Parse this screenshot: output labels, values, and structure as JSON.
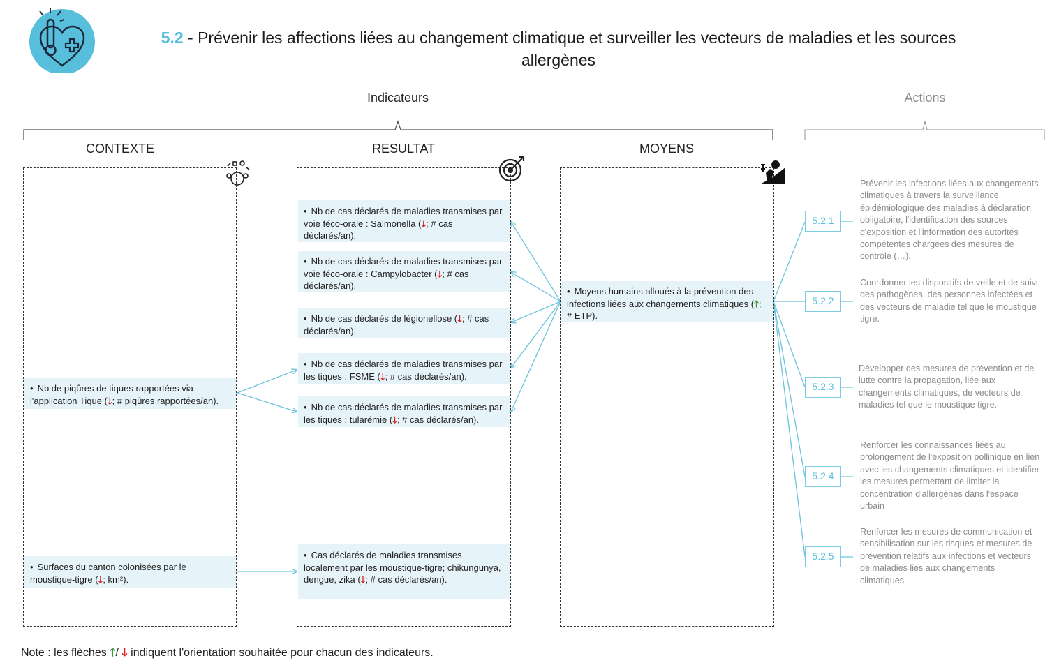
{
  "title": {
    "number": "5.2",
    "text": " - Prévenir les affections liées au changement climatique et surveiller les vecteurs de maladies et les sources allergènes"
  },
  "headers": {
    "indicateurs": "Indicateurs",
    "actions": "Actions"
  },
  "columns": {
    "contexte": "CONTEXTE",
    "resultat": "RESULTAT",
    "moyens": "MOYENS"
  },
  "arrow_glyphs": {
    "down": "🡓",
    "up": "🡑"
  },
  "contexte_items": [
    {
      "pre": "Nb de piqûres de tiques rapportées via l'application Tique (",
      "post": "; # piqûres rapportées/an)."
    },
    {
      "pre": "Surfaces du canton colonisées par le moustique-tigre (",
      "post": "; km²)."
    }
  ],
  "resultat_items": [
    {
      "pre": "Nb de cas déclarés de maladies transmises par voie féco-orale : Salmonella (",
      "post": "; # cas déclarés/an)."
    },
    {
      "pre": "Nb de cas déclarés de maladies transmises par voie féco-orale : Campylobacter (",
      "post": "; # cas déclarés/an)."
    },
    {
      "pre": "Nb de cas déclarés de légionellose (",
      "post": "; # cas déclarés/an)."
    },
    {
      "pre": "Nb de cas déclarés de maladies transmises par les tiques : FSME (",
      "post": "; # cas déclarés/an)."
    },
    {
      "pre": "Nb de cas déclarés de maladies transmises par les tiques : tularémie (",
      "post": "; # cas déclarés/an)."
    },
    {
      "pre": "Cas déclarés de maladies transmises localement par les moustique-tigre; chikungunya, dengue, zika (",
      "post": "; # cas déclarés/an)."
    }
  ],
  "moyens_items": [
    {
      "pre": "Moyens humains alloués à la prévention des infections liées aux changements climatiques (",
      "post": "; # ETP)."
    }
  ],
  "actions": [
    {
      "code": "5.2.1",
      "text": "Prévenir les infections liées aux changements climatiques à travers la surveillance épidémiologique des maladies à déclaration obligatoire, l'identification des sources d'exposition et l'information des autorités compétentes chargées des mesures de contrôle (…)."
    },
    {
      "code": "5.2.2",
      "text": "Coordonner les dispositifs de veille et de suivi des pathogènes, des personnes infectées et des vecteurs de maladie tel que le moustique tigre."
    },
    {
      "code": "5.2.3",
      "text": "Développer des mesures de prévention et de lutte contre la propagation, liée aux changements climatiques, de vecteurs de maladies tel que le moustique tigre."
    },
    {
      "code": "5.2.4",
      "text": "Renforcer les connaissances liées au prolongement de l'exposition pollinique en lien avec les changements climatiques et identifier les mesures permettant de limiter la concentration d'allergènes dans l'espace urbain"
    },
    {
      "code": "5.2.5",
      "text": "Renforcer les mesures de communication et sensibilisation sur les risques et mesures de prévention relatifs aux infections et vecteurs de maladies liés aux changements climatiques."
    }
  ],
  "note": {
    "label": "Note",
    "pre": " : les flèches ",
    "sep": "/ ",
    "post": " indiquent l'orientation souhaitée pour chacun des indicateurs."
  },
  "colors": {
    "accent": "#57bfdc",
    "arrow_down": "#e0211b",
    "arrow_up": "#3c9d33",
    "box_bg": "#e6f3f9"
  }
}
